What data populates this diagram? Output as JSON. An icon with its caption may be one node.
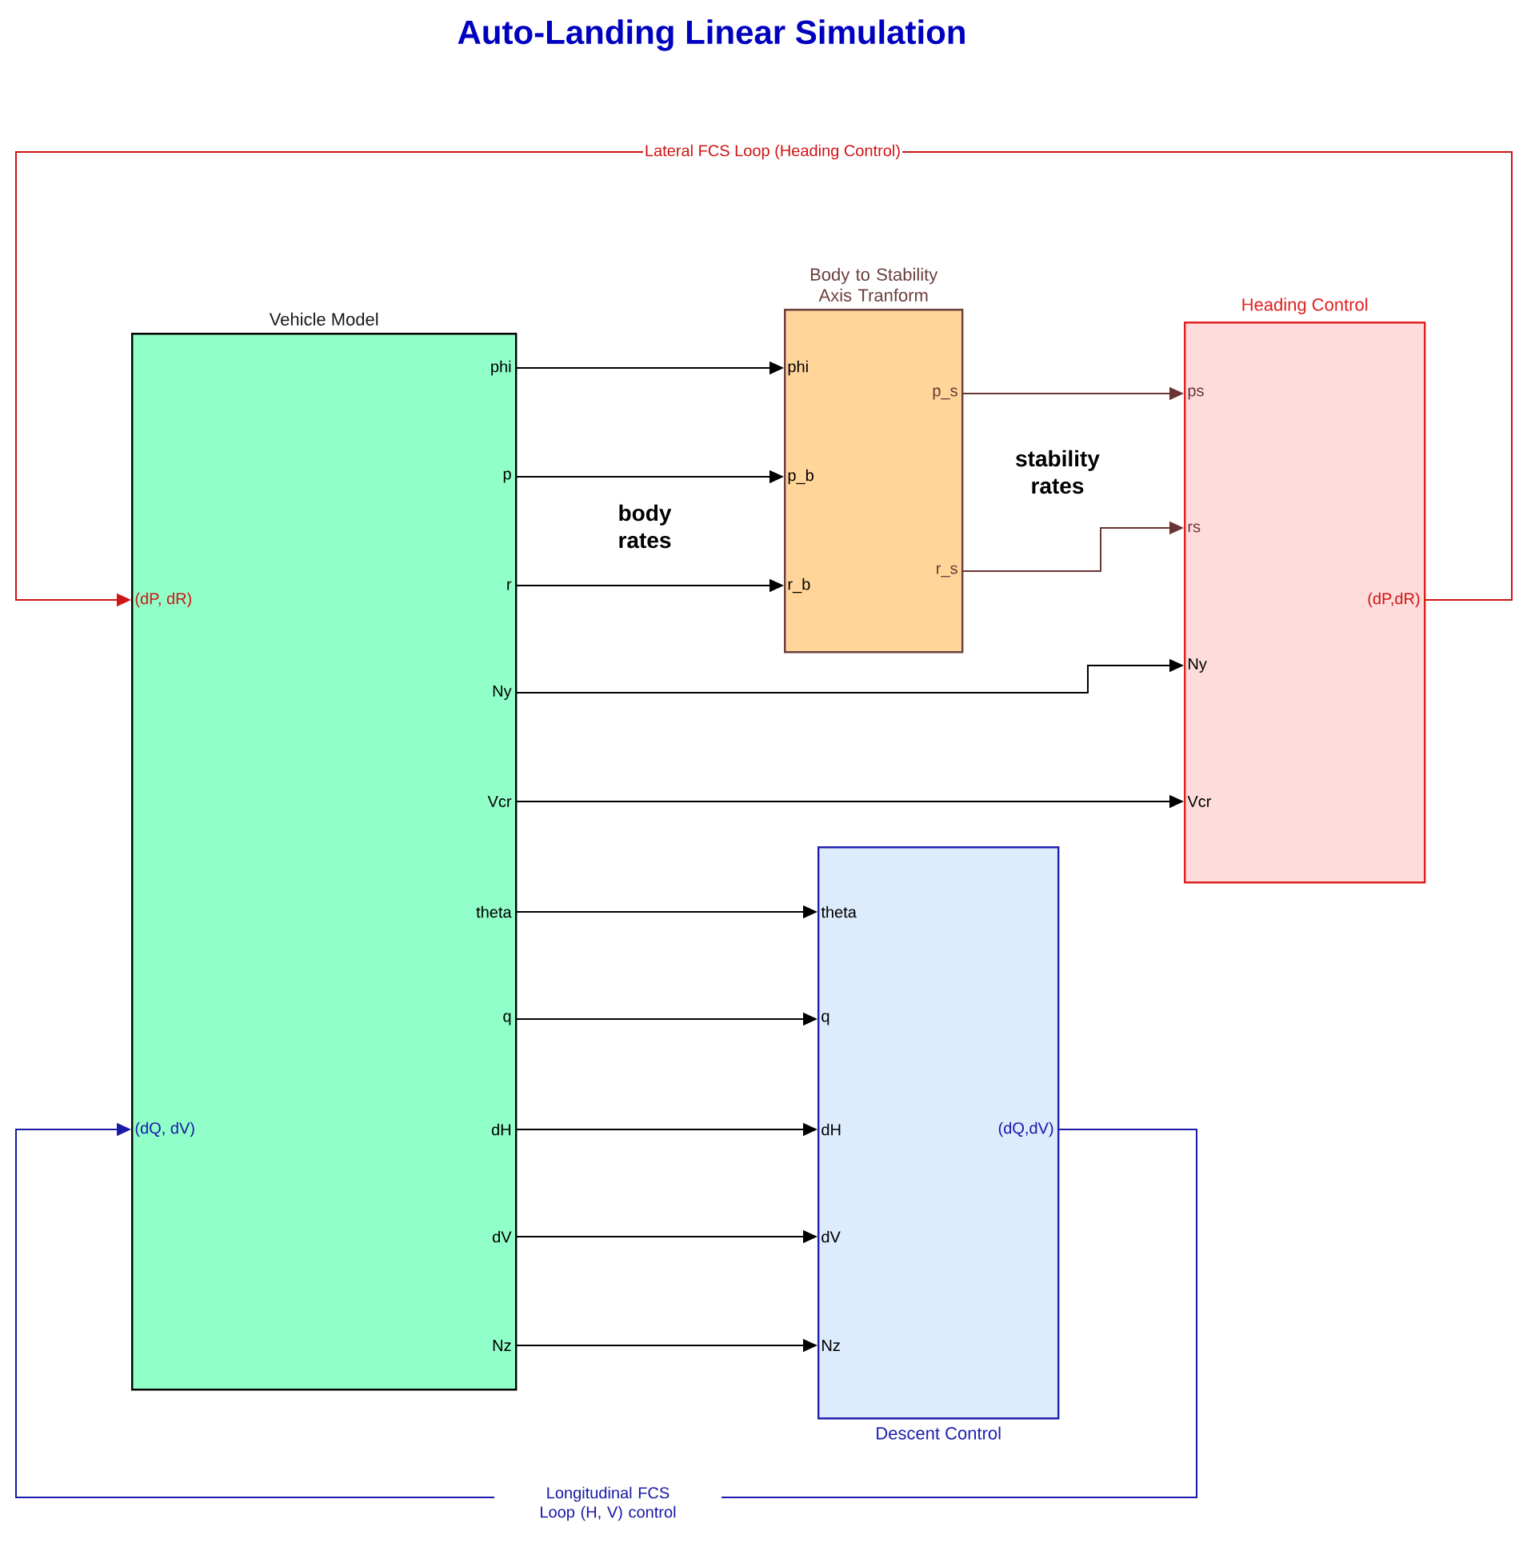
{
  "diagram": {
    "title": "Auto-Landing Linear Simulation",
    "nodes": [
      {
        "text": [
          "Vehicle Model"
        ]
      },
      {
        "text": [
          "phi"
        ],
        "in": 0
      },
      {
        "text": [
          "p"
        ],
        "in": 0
      },
      {
        "text": [
          "r"
        ],
        "in": 0
      },
      {
        "text": [
          "Ny"
        ],
        "in": 0
      },
      {
        "text": [
          "Vcr"
        ],
        "in": 0
      },
      {
        "text": [
          "theta"
        ],
        "in": 0
      },
      {
        "text": [
          "q"
        ],
        "in": 0
      },
      {
        "text": [
          "dH"
        ],
        "in": 0
      },
      {
        "text": [
          "dV"
        ],
        "in": 0
      },
      {
        "text": [
          "Nz"
        ],
        "in": 0
      },
      {
        "text": [
          "(dP, dR)"
        ],
        "in": 0
      },
      {
        "text": [
          "(dQ, dV)"
        ],
        "in": 0
      },
      {
        "text": [
          "Body to Stability Axis Tranform"
        ]
      },
      {
        "text": [
          "phi"
        ],
        "in": 13
      },
      {
        "text": [
          "p_b"
        ],
        "in": 13
      },
      {
        "text": [
          "r_b"
        ],
        "in": 13
      },
      {
        "text": [
          "p_s"
        ],
        "in": 13
      },
      {
        "text": [
          "r_s"
        ],
        "in": 13
      },
      {
        "text": [
          "Heading Control"
        ]
      },
      {
        "text": [
          "ps"
        ],
        "in": 19
      },
      {
        "text": [
          "rs"
        ],
        "in": 19
      },
      {
        "text": [
          "Ny"
        ],
        "in": 19
      },
      {
        "text": [
          "Vcr"
        ],
        "in": 19
      },
      {
        "text": [
          "(dP,dR)"
        ],
        "in": 19
      },
      {
        "text": [
          "Descent Control"
        ]
      },
      {
        "text": [
          "theta"
        ],
        "in": 25
      },
      {
        "text": [
          "q"
        ],
        "in": 25
      },
      {
        "text": [
          "dH"
        ],
        "in": 25
      },
      {
        "text": [
          "dV"
        ],
        "in": 25
      },
      {
        "text": [
          "Nz"
        ],
        "in": 25
      },
      {
        "text": [
          "(dQ,dV)"
        ],
        "in": 25
      }
    ],
    "edges": [
      {
        "from": 1,
        "to": 14,
        "arrow": "to"
      },
      {
        "from": 2,
        "to": 15,
        "arrow": "to"
      },
      {
        "from": 3,
        "to": 16,
        "arrow": "to"
      },
      {
        "from": 17,
        "to": 20,
        "arrow": "to",
        "color": "#6b3535"
      },
      {
        "from": 18,
        "to": 21,
        "arrow": "to",
        "color": "#6b3535"
      },
      {
        "from": 4,
        "to": 22,
        "arrow": "to"
      },
      {
        "from": 5,
        "to": 23,
        "arrow": "to"
      },
      {
        "from": 6,
        "to": 26,
        "arrow": "to"
      },
      {
        "from": 7,
        "to": 27,
        "arrow": "to"
      },
      {
        "from": 8,
        "to": 28,
        "arrow": "to"
      },
      {
        "from": 9,
        "to": 29,
        "arrow": "to"
      },
      {
        "from": 10,
        "to": 30,
        "arrow": "to"
      },
      {
        "from": 24,
        "to": 11,
        "arrow": "to",
        "label": "Lateral FCS Loop (Heading Control)",
        "color": "#d01414"
      },
      {
        "from": 31,
        "to": 12,
        "arrow": "to",
        "label": "Longitudinal FCS Loop (H, V) control",
        "color": "#1a1aa8"
      }
    ],
    "labels": [
      "body rates",
      "stability rates"
    ]
  }
}
